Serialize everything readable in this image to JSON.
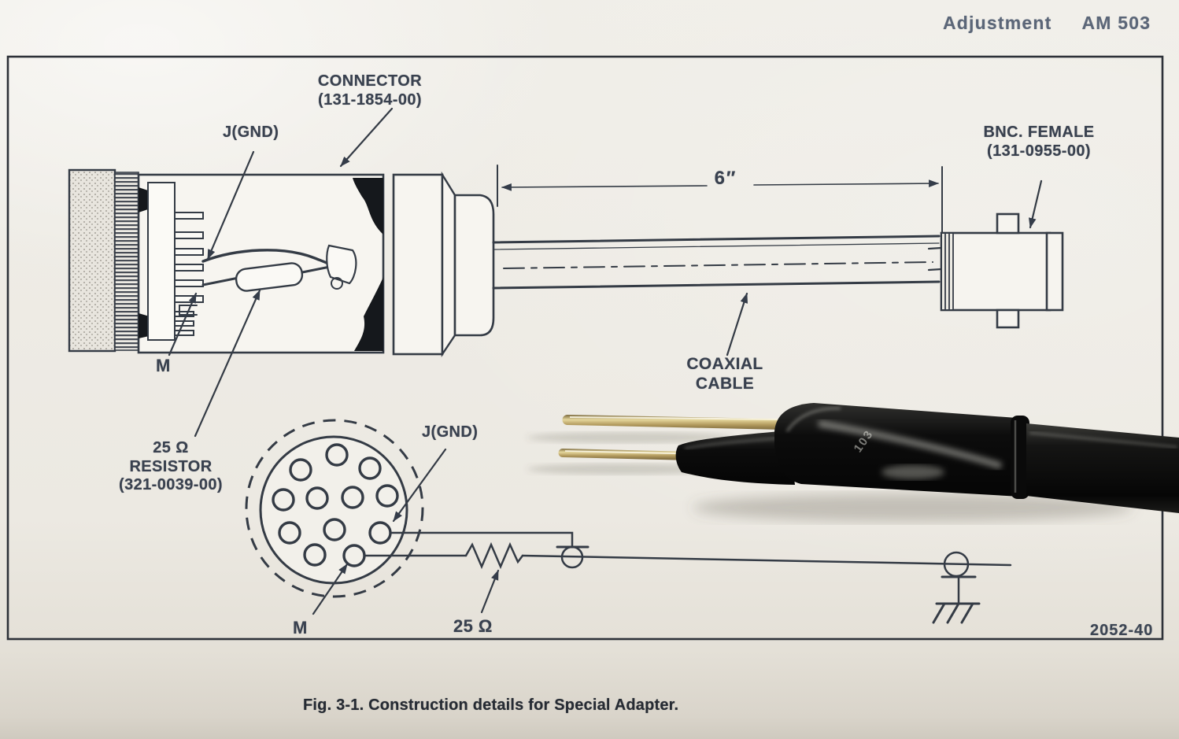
{
  "header": {
    "section": "Adjustment",
    "model": "AM 503"
  },
  "figure": {
    "caption": "Fig. 3-1. Construction details for Special Adapter.",
    "figure_id": "2052-40"
  },
  "callouts": {
    "connector": {
      "line1": "CONNECTOR",
      "line2": "(131-1854-00)"
    },
    "j_gnd_top": "J(GND)",
    "m_top": "M",
    "resistor": {
      "line1": "25 Ω",
      "line2": "RESISTOR",
      "line3": "(321-0039-00)"
    },
    "bnc_female": {
      "line1": "BNC. FEMALE",
      "line2": "(131-0955-00)"
    },
    "cable_length": "6″",
    "coaxial_cable": {
      "line1": "COAXIAL",
      "line2": "CABLE"
    },
    "j_gnd_face": "J(GND)",
    "m_face": "M",
    "resistor_value": "25 Ω"
  },
  "photo": {
    "marking": "103"
  },
  "colors": {
    "ink": "#343c49",
    "paper": "#ece9e2",
    "pin_gold": "#b3985c",
    "adapter_black": "#0c0c0c"
  }
}
